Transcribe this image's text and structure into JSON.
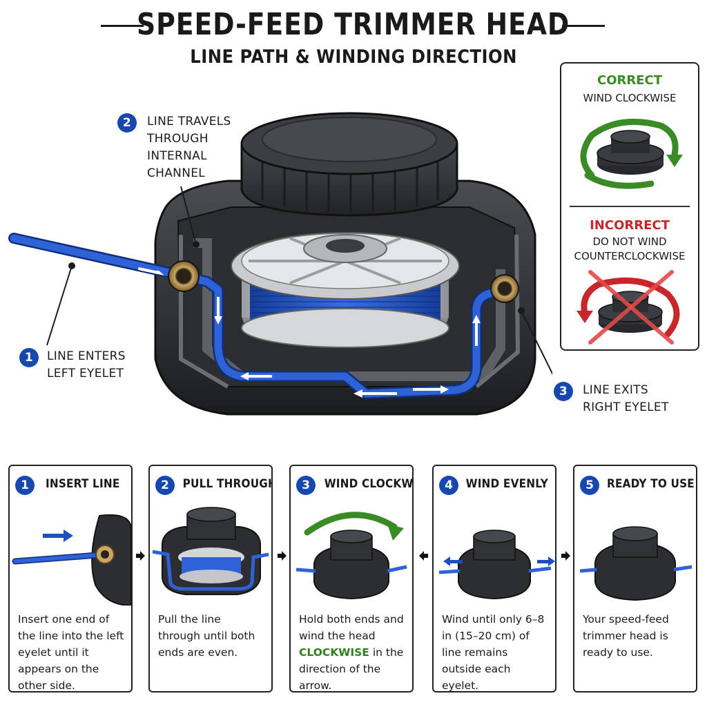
{
  "title": "SPEED-FEED TRIMMER HEAD",
  "subtitle": "LINE PATH & WINDING DIRECTION",
  "colors": {
    "line_blue": "#1e4fc2",
    "badge_blue": "#1747b0",
    "correct_green": "#3a8a26",
    "incorrect_red": "#c8262b",
    "housing_dark": "#2a2c30"
  },
  "callouts": [
    {
      "number": "1",
      "text": "LINE ENTERS\nLEFT EYELET"
    },
    {
      "number": "2",
      "text": "LINE TRAVELS\nTHROUGH\nINTERNAL\nCHANNEL"
    },
    {
      "number": "3",
      "text": "LINE EXITS\nRIGHT EYELET"
    }
  ],
  "direction_box": {
    "correct_heading": "CORRECT",
    "correct_text": "WIND CLOCKWISE",
    "incorrect_heading": "INCORRECT",
    "incorrect_text": "DO NOT WIND\nCOUNTERCLOCKWISE"
  },
  "steps": [
    {
      "number": "1",
      "title": "INSERT LINE",
      "text": "Insert one end of the line into the left eyelet until it appears on the other side."
    },
    {
      "number": "2",
      "title": "PULL THROUGH",
      "text": "Pull the line through until both ends are even."
    },
    {
      "number": "3",
      "title": "WIND CLOCKWISE",
      "text_before": "Hold both ends and wind the head",
      "highlight": "CLOCKWISE",
      "text_after": "in the direction of the arrow."
    },
    {
      "number": "4",
      "title": "WIND EVENLY",
      "text": "Wind until only 6–8 in (15–20 cm) of line remains outside each eyelet."
    },
    {
      "number": "5",
      "title": "READY TO USE",
      "text": "Your speed-feed trimmer head is ready to use."
    }
  ]
}
